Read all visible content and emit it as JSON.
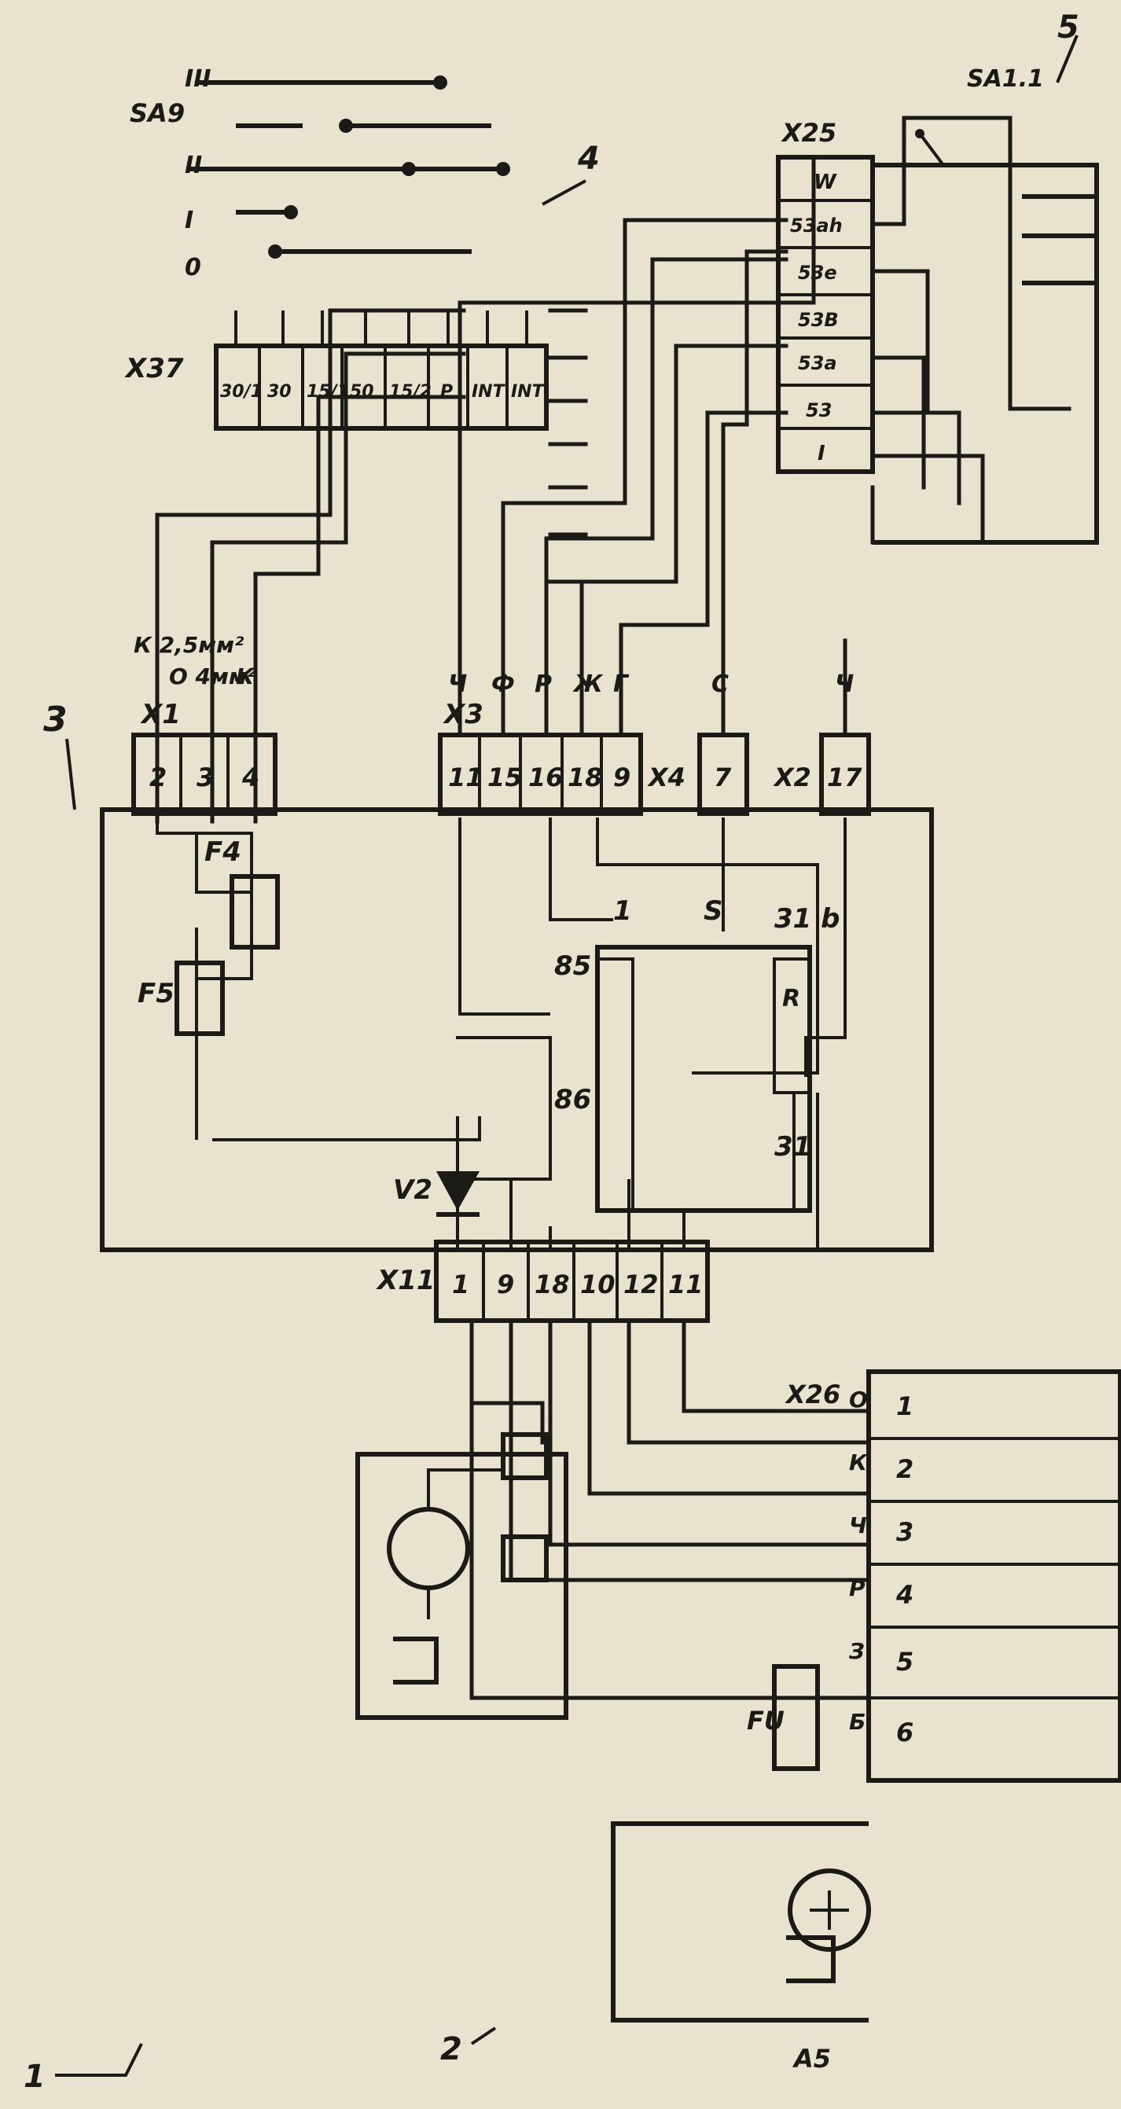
{
  "colors": {
    "paper": "#e9e2cf",
    "ink": "#1c1a17"
  },
  "diagram": {
    "callouts": [
      "1",
      "2",
      "3",
      "4",
      "5"
    ],
    "x1": {
      "name": "X1",
      "pins": [
        "2",
        "3",
        "4"
      ],
      "wire_labels": [
        "К 2,5мм²",
        "О 4мм²",
        "К"
      ]
    },
    "x37": {
      "name": "X37",
      "pins": [
        "30/1",
        "30",
        "15/1",
        "50",
        "15/2",
        "Р",
        "INT",
        "INT"
      ]
    },
    "sa9": {
      "name": "SA9",
      "positions": [
        "0",
        "I",
        "II",
        "III"
      ]
    },
    "x3": {
      "name": "X3",
      "pins": [
        "11",
        "15",
        "16",
        "18",
        "9"
      ],
      "wire_labels": [
        "Ч",
        "Ф",
        "Р",
        "Ж",
        "Г"
      ]
    },
    "x4": {
      "name": "X4",
      "pins": [
        "7"
      ],
      "wire_labels": [
        "С"
      ]
    },
    "x2": {
      "name": "X2",
      "pins": [
        "17"
      ],
      "wire_labels": [
        "Ч"
      ]
    },
    "x25": {
      "name": "X25",
      "pins": [
        "W",
        "53ah",
        "53e",
        "53B",
        "53a",
        "53",
        "I"
      ]
    },
    "sa11": {
      "name": "SA1.1"
    },
    "fuses": [
      "F4",
      "F5"
    ],
    "diode": "V2",
    "relay": {
      "terminals": [
        "85",
        "1",
        "S",
        "31 b",
        "86",
        "31",
        "R"
      ]
    },
    "x11": {
      "name": "X11",
      "pins": [
        "1",
        "9",
        "18",
        "10",
        "12",
        "11"
      ]
    },
    "x26": {
      "name": "X26",
      "pins": [
        "1",
        "2",
        "3",
        "4",
        "5",
        "6"
      ],
      "wire_labels": [
        "О",
        "К",
        "Ч",
        "Р",
        "З",
        "Б"
      ]
    },
    "fu": "FU",
    "a5": "A5"
  }
}
